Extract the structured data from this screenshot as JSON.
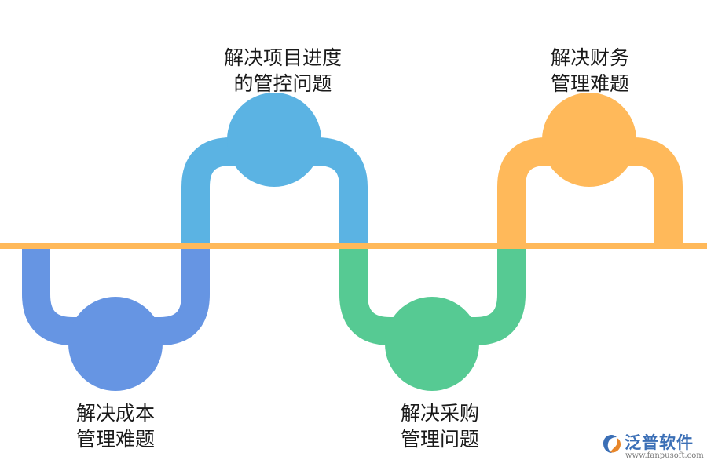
{
  "colors": {
    "axis": "#FFB95A",
    "item1": "#6695E3",
    "item2": "#5BB3E3",
    "item3": "#56CA93",
    "item4": "#FFB95A"
  },
  "items": [
    {
      "line1": "解决成本",
      "line2": "管理难题",
      "position": "below",
      "color": "#6695E3"
    },
    {
      "line1": "解决项目进度",
      "line2": "的管控问题",
      "position": "above",
      "color": "#5BB3E3"
    },
    {
      "line1": "解决采购",
      "line2": "管理问题",
      "position": "below",
      "color": "#56CA93"
    },
    {
      "line1": "解决财务",
      "line2": "管理难题",
      "position": "above",
      "color": "#FFB95A"
    }
  ],
  "logo": {
    "name": "泛普软件",
    "url": "www.fanpusoft.com",
    "icon": "fanpu-logo-icon",
    "color": "#3B6FB6"
  }
}
